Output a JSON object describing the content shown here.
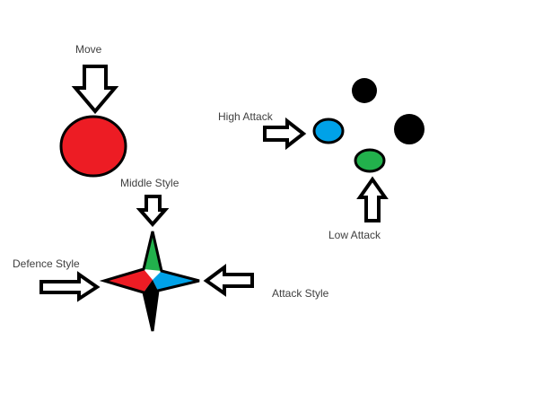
{
  "labels": {
    "move": "Move",
    "high_attack": "High Attack",
    "low_attack": "Low Attack",
    "middle_style": "Middle Style",
    "defence_style": "Defence Style",
    "attack_style": "Attack Style"
  },
  "colors": {
    "red": "#ed1c24",
    "blue": "#00a2e8",
    "green": "#22b14c",
    "black": "#000000",
    "outline": "#000000",
    "arrow_fill": "#ffffff",
    "label": "#404040"
  },
  "icons": {
    "arrow": "hollow-block-arrow",
    "star": "four-point-star"
  }
}
